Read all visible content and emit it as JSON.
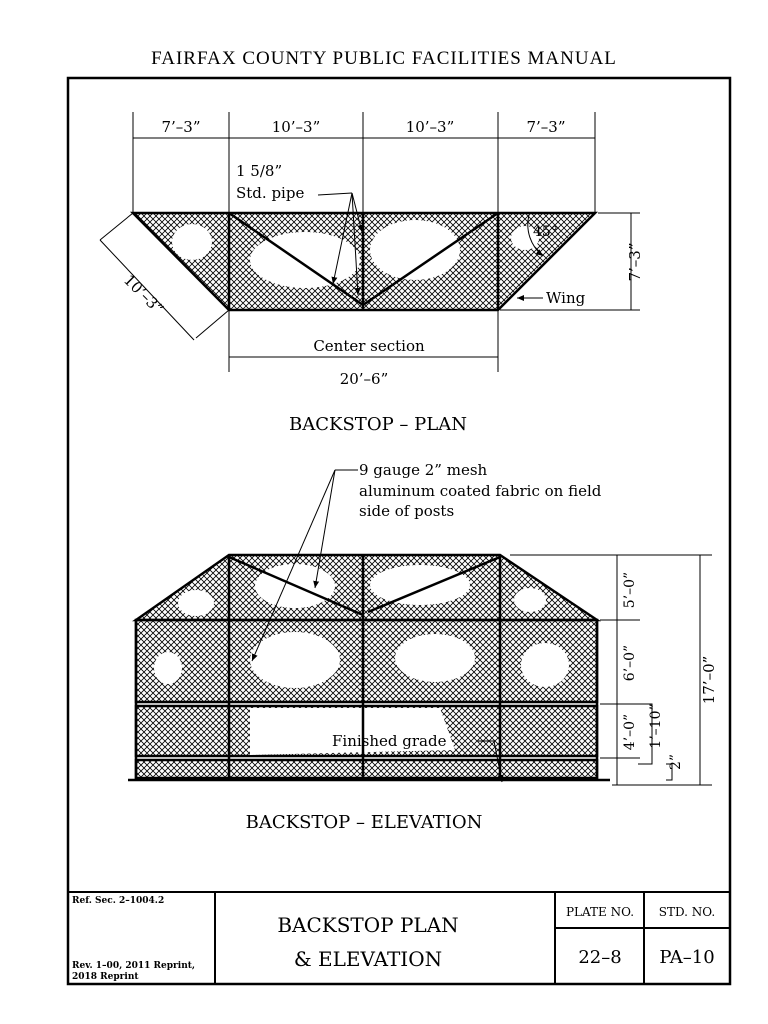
{
  "header": {
    "title": "FAIRFAX COUNTY PUBLIC FACILITIES MANUAL"
  },
  "plan": {
    "dim_top": [
      "7’–3”",
      "10’–3”",
      "10’–3”",
      "7’–3”"
    ],
    "pipe_label_1": "1 5/8”",
    "pipe_label_2": "Std. pipe",
    "angle": "45°",
    "wing_label": "Wing",
    "side_depth": "7’–3”",
    "wing_len": "10’–3”",
    "center_section": "Center section",
    "center_len": "20’–6”",
    "title": "BACKSTOP – PLAN"
  },
  "elevation": {
    "mesh_line1": "9 gauge 2” mesh",
    "mesh_line2": "aluminum coated fabric on field",
    "mesh_line3": "side of posts",
    "finished_grade": "Finished grade",
    "dim_5": "5’–0”",
    "dim_6": "6’–0”",
    "dim_4": "4’–0”",
    "dim_1_10": "1’–10”",
    "dim_2": "2”",
    "dim_17": "17’–0”",
    "title": "BACKSTOP – ELEVATION"
  },
  "title_block": {
    "ref": "Ref. Sec. 2–1004.2",
    "rev": "Rev. 1–00, 2011 Reprint,\n2018 Reprint",
    "rev_line1": "Rev. 1–00, 2011 Reprint,",
    "rev_line2": "2018 Reprint",
    "drawing_title_1": "BACKSTOP PLAN",
    "drawing_title_2": "& ELEVATION",
    "plate_label": "PLATE NO.",
    "plate_no": "22–8",
    "std_label": "STD. NO.",
    "std_no": "PA–10"
  }
}
